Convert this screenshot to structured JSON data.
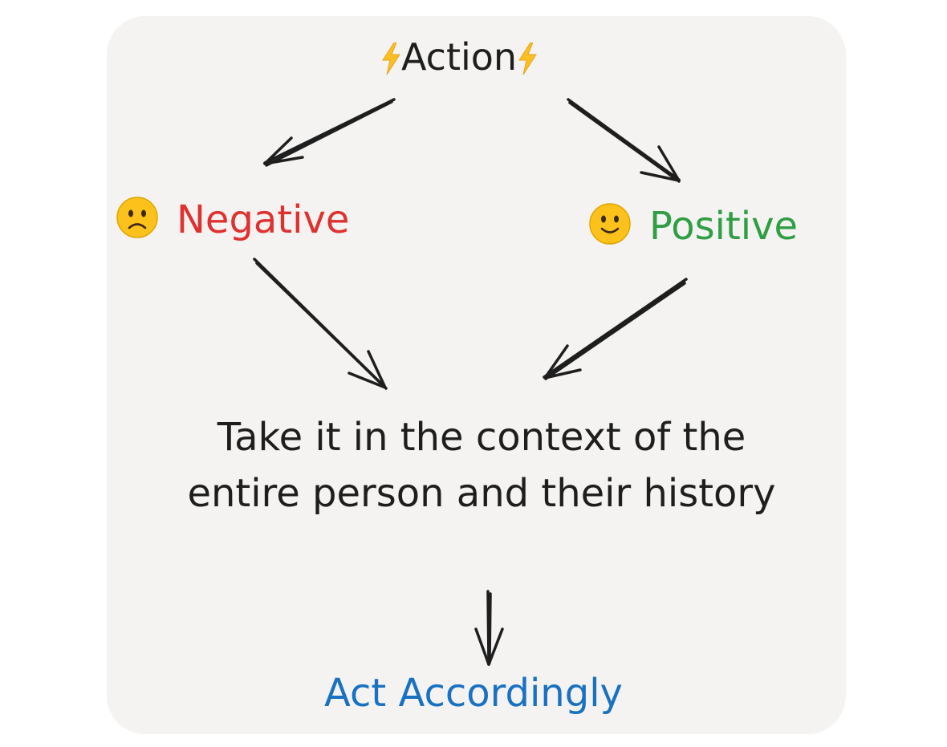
{
  "diagram": {
    "nodes": {
      "action": {
        "label": "Action",
        "icon": "lightning-bolt-icon",
        "color": "#1e1e1e"
      },
      "negative": {
        "label": "Negative",
        "icon": "frowning-face-icon",
        "color": "#e03131"
      },
      "positive": {
        "label": "Positive",
        "icon": "smiling-face-icon",
        "color": "#2f9e44"
      },
      "context": {
        "label": "Take it in the context of the entire person and their history",
        "color": "#1e1e1e"
      },
      "act": {
        "label": "Act Accordingly",
        "color": "#1971c2"
      }
    },
    "edges": [
      {
        "from": "action",
        "to": "negative"
      },
      {
        "from": "action",
        "to": "positive"
      },
      {
        "from": "negative",
        "to": "context"
      },
      {
        "from": "positive",
        "to": "context"
      },
      {
        "from": "context",
        "to": "act"
      }
    ],
    "colors": {
      "background": "#f4f3f1",
      "stroke": "#1e1e1e",
      "bolt": "#fbbf24",
      "face": "#fcc21b"
    }
  }
}
